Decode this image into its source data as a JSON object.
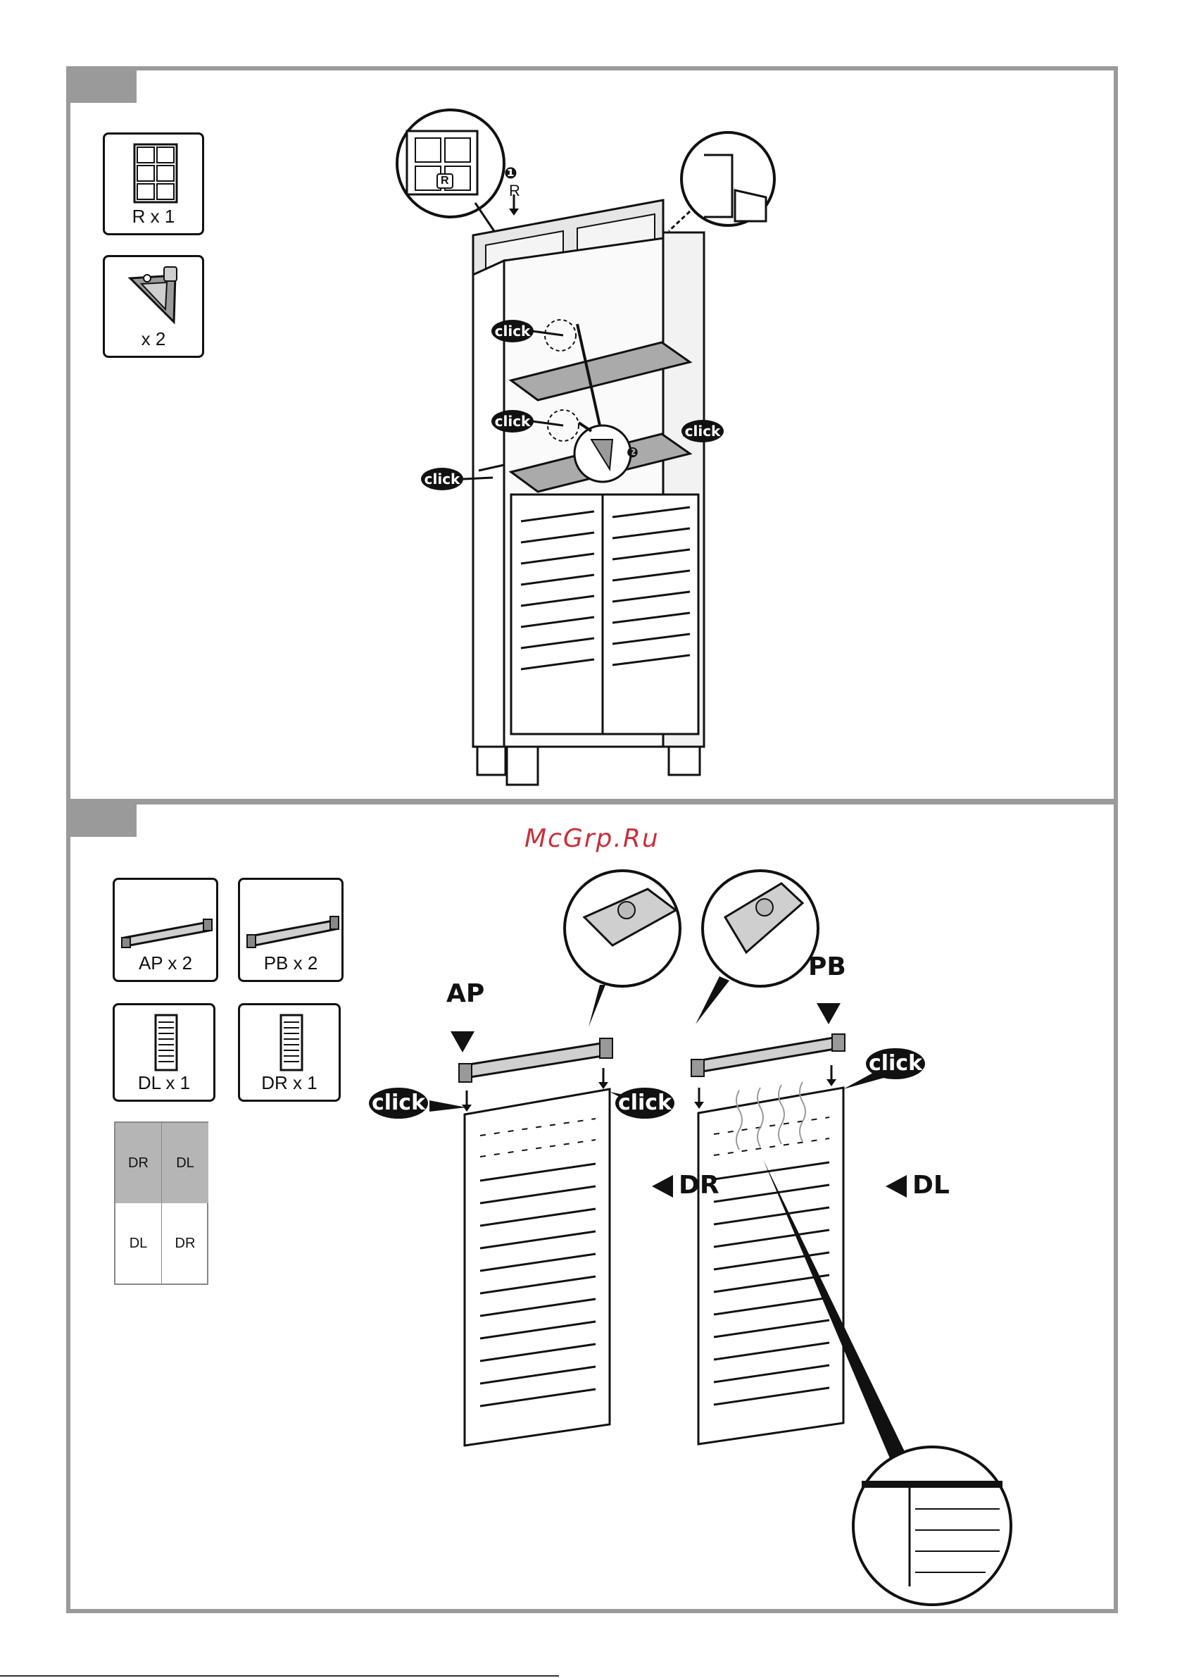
{
  "watermark": "McGrp.Ru",
  "step1": {
    "parts": [
      {
        "label": "R x 1",
        "icon": "back-panel-icon"
      },
      {
        "label": "x 2",
        "icon": "bracket-icon"
      }
    ],
    "marker_label": "R",
    "marker_num": "❶",
    "marker_num2": "❷",
    "tag_R": "R",
    "click": "click"
  },
  "step2": {
    "parts": [
      {
        "label": "AP x 2",
        "icon": "hinge-bar-ap-icon"
      },
      {
        "label": "PB x 2",
        "icon": "hinge-bar-pb-icon"
      },
      {
        "label": "DL x 1",
        "icon": "door-dl-icon"
      },
      {
        "label": "DR x 1",
        "icon": "door-dr-icon"
      }
    ],
    "grid": [
      "DR",
      "DL",
      "DL",
      "DR"
    ],
    "callouts": {
      "ap": "AP",
      "pb": "PB",
      "dr": "DR",
      "dl": "DL"
    },
    "click": "click"
  },
  "colors": {
    "frame": "#9a9a9a",
    "watermark": "#c8303a",
    "shade": "#b5b5b5"
  }
}
